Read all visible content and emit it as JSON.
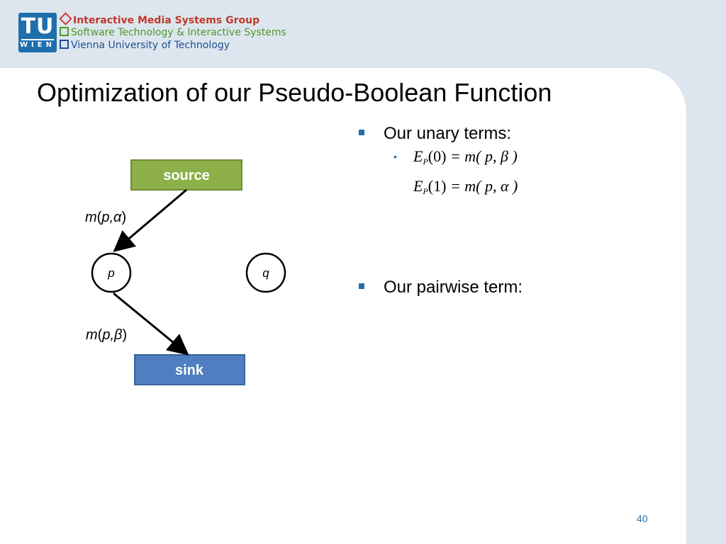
{
  "header": {
    "logo_letters": "TU",
    "logo_sub": "WIEN",
    "group_lines": [
      "Interactive Media Systems Group",
      "Software Technology & Interactive Systems",
      "Vienna University of Technology"
    ]
  },
  "slide": {
    "title": "Optimization of our Pseudo-Boolean Function",
    "page_number": "40"
  },
  "diagram": {
    "source_label": "source",
    "sink_label": "sink",
    "node_p": "p",
    "node_q": "q",
    "edge_top": {
      "func": "m",
      "args": "p,α"
    },
    "edge_bottom": {
      "func": "m",
      "args": "p,β"
    },
    "colors": {
      "source": "#8db04a",
      "sink": "#4f7fc0",
      "edge": "#000000"
    }
  },
  "content": {
    "bullet1": "Our unary terms:",
    "eq1": {
      "lhs": "E",
      "sub": "P",
      "arg": "(0)",
      "rhs": "= m( p, β )"
    },
    "eq2": {
      "lhs": "E",
      "sub": "P",
      "arg": "(1)",
      "rhs": "= m( p, α )"
    },
    "bullet2": "Our pairwise term:"
  }
}
